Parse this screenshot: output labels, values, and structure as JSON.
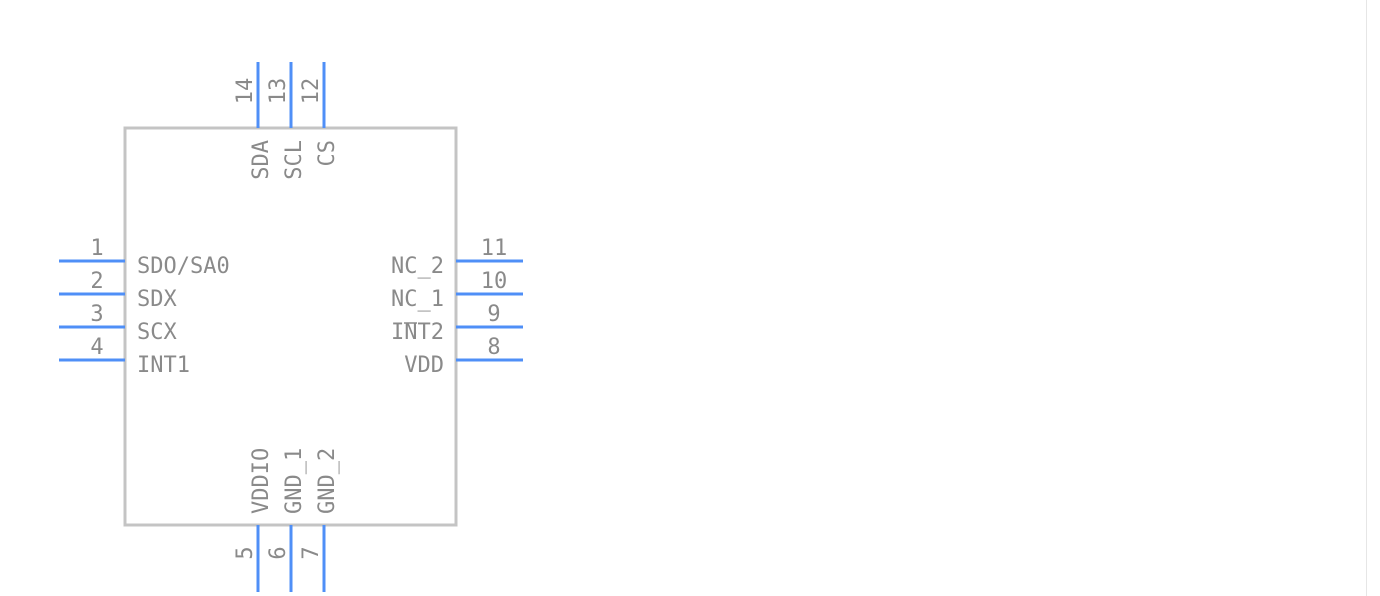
{
  "component": {
    "pins": {
      "left": [
        {
          "number": "1",
          "name": "SDO/SA0"
        },
        {
          "number": "2",
          "name": "SDX"
        },
        {
          "number": "3",
          "name": "SCX"
        },
        {
          "number": "4",
          "name": "INT1"
        }
      ],
      "right": [
        {
          "number": "11",
          "name": "NC_2"
        },
        {
          "number": "10",
          "name": "NC_1"
        },
        {
          "number": "9",
          "name": "INT2"
        },
        {
          "number": "8",
          "name": "VDD"
        }
      ],
      "top": [
        {
          "number": "14",
          "name": "SDA"
        },
        {
          "number": "13",
          "name": "SCL"
        },
        {
          "number": "12",
          "name": "CS"
        }
      ],
      "bottom": [
        {
          "number": "5",
          "name": "VDDIO"
        },
        {
          "number": "6",
          "name": "GND_1"
        },
        {
          "number": "7",
          "name": "GND_2"
        }
      ]
    }
  },
  "colors": {
    "pin": "#4f8ff7",
    "body": "#c4c4c4",
    "text": "#8a8a8a"
  }
}
